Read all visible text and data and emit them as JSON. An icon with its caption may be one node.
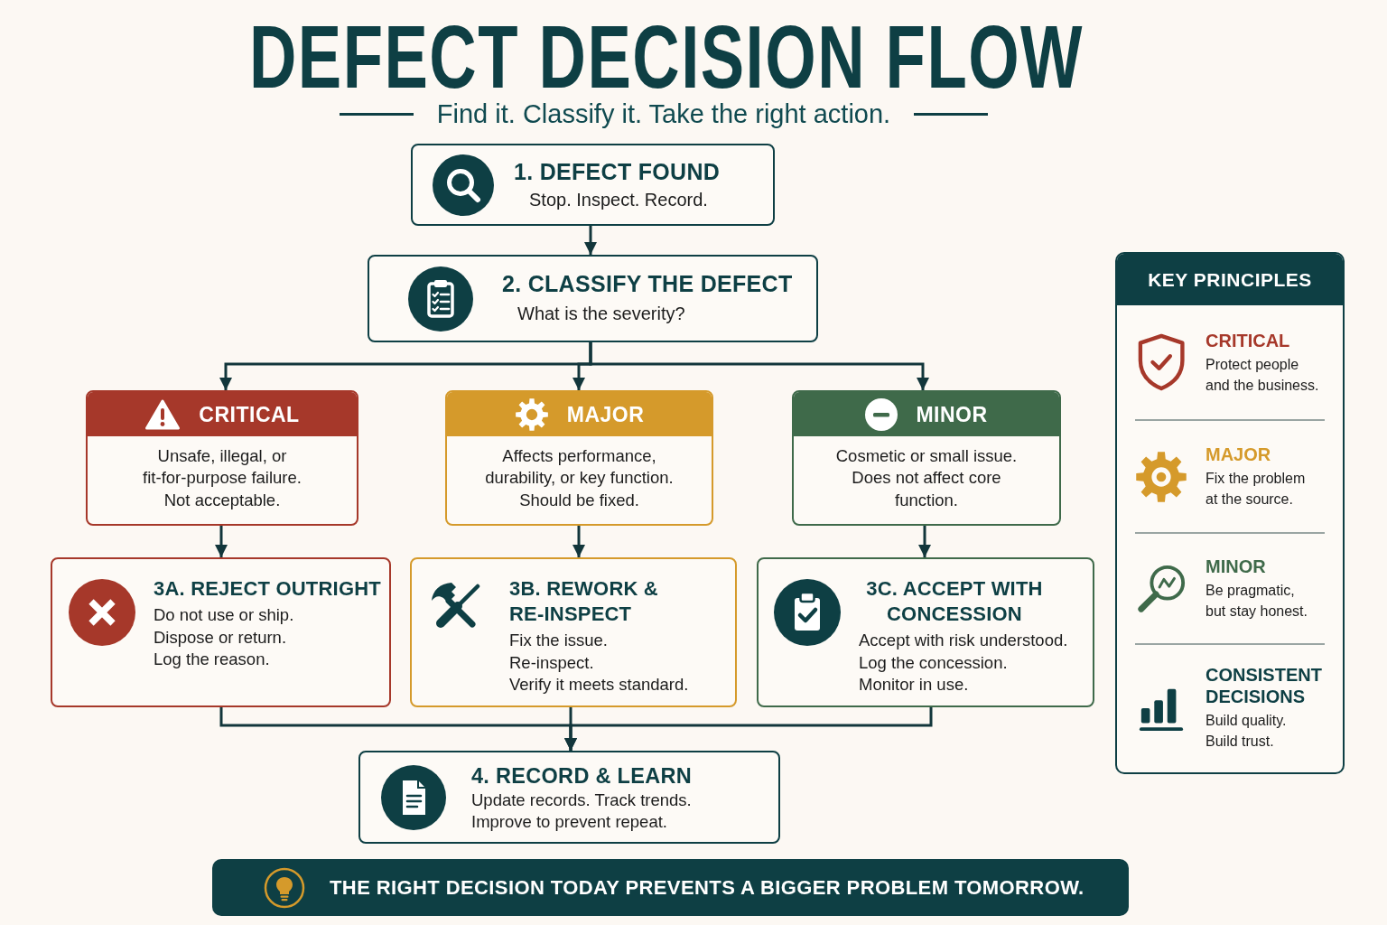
{
  "diagram": {
    "title": "DEFECT DECISION FLOW",
    "nodes": [
      {
        "text": [
          "1. DEFECT FOUND",
          "Stop. Inspect. Record."
        ]
      },
      {
        "text": [
          "2. CLASSIFY THE DEFECT",
          "What is the severity?"
        ]
      },
      {
        "text": [
          "CRITICAL",
          "Unsafe, illegal, or fit-for-purpose failure. Not acceptable."
        ]
      },
      {
        "text": [
          "MAJOR",
          "Affects performance, durability, or key function. Should be fixed."
        ]
      },
      {
        "text": [
          "MINOR",
          "Cosmetic or small issue. Does not affect core function."
        ]
      },
      {
        "text": [
          "3A. REJECT OUTRIGHT",
          "Do not use or ship.",
          "Dispose or return.",
          "Log the reason."
        ]
      },
      {
        "text": [
          "3B. REWORK & RE-INSPECT",
          "Fix the issue.",
          "Re-inspect.",
          "Verify it meets standard."
        ]
      },
      {
        "text": [
          "3C. ACCEPT WITH CONCESSION",
          "Accept with risk understood.",
          "Log the concession.",
          "Monitor in use."
        ]
      },
      {
        "text": [
          "4. RECORD & LEARN",
          "Update records. Track trends.",
          "Improve to prevent repeat."
        ]
      },
      {
        "text": [
          "KEY PRINCIPLES",
          "CRITICAL",
          "Protect people and the business.",
          "MAJOR",
          "Fix the problem at the source.",
          "MINOR",
          "Be pragmatic, but stay honest.",
          "CONSISTENT DECISIONS",
          "Build quality. Build trust."
        ]
      },
      {
        "text": [
          "THE RIGHT DECISION TODAY PREVENTS A BIGGER PROBLEM TOMORROW."
        ]
      }
    ],
    "edges": [
      {
        "from": 0,
        "to": 1,
        "arrow": "to"
      },
      {
        "from": 1,
        "to": 2,
        "arrow": "to"
      },
      {
        "from": 1,
        "to": 3,
        "arrow": "to"
      },
      {
        "from": 1,
        "to": 4,
        "arrow": "to"
      },
      {
        "from": 2,
        "to": 5,
        "arrow": "to"
      },
      {
        "from": 3,
        "to": 6,
        "arrow": "to"
      },
      {
        "from": 4,
        "to": 7,
        "arrow": "to"
      },
      {
        "from": 5,
        "to": 8,
        "arrow": "to"
      },
      {
        "from": 6,
        "to": 8,
        "arrow": "to"
      },
      {
        "from": 7,
        "to": 8,
        "arrow": "to"
      }
    ],
    "labels": [
      "Find it. Classify it. Take the right action."
    ]
  }
}
